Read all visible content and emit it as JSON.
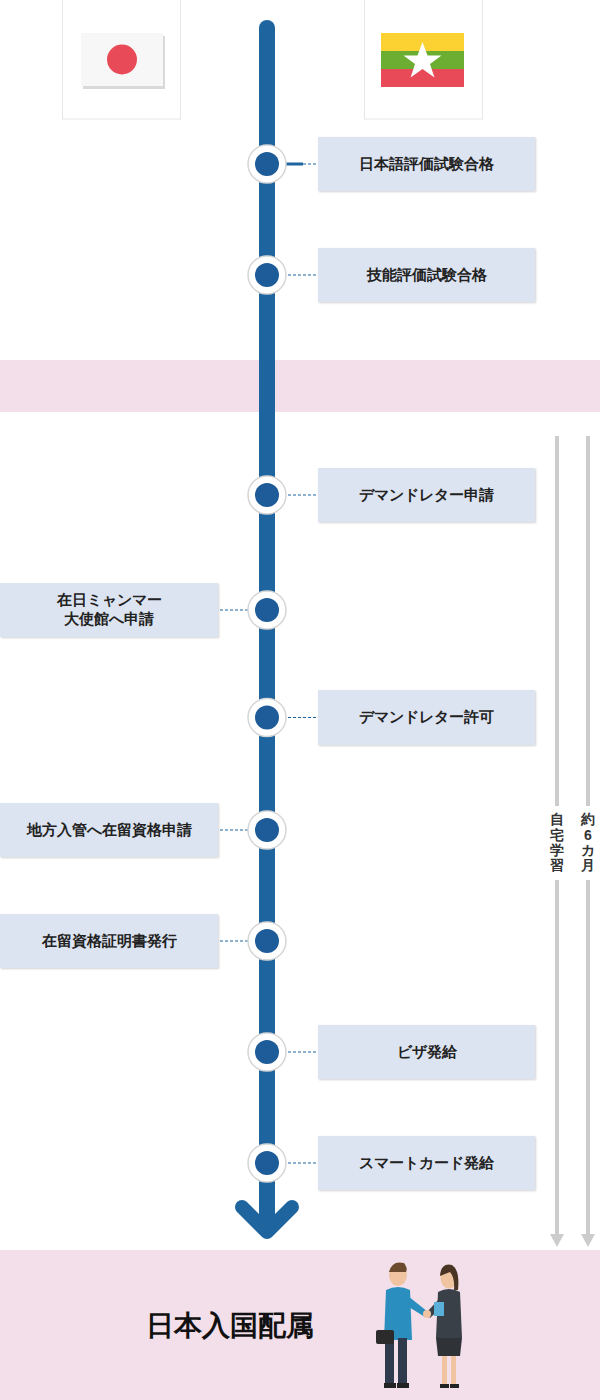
{
  "diagram": {
    "nodes": [
      {
        "text": [
          "日本語評価試験合格"
        ]
      },
      {
        "text": [
          "技能評価試験合格"
        ]
      },
      {
        "text": [
          "デマンドレター申請"
        ]
      },
      {
        "text": [
          "在日ミャンマー 大使館へ申請"
        ]
      },
      {
        "text": [
          "デマンドレター許可"
        ]
      },
      {
        "text": [
          "地方入管へ在留資格申請"
        ]
      },
      {
        "text": [
          "在留資格証明書発行"
        ]
      },
      {
        "text": [
          "ビザ発給"
        ]
      },
      {
        "text": [
          "スマートカード発給"
        ]
      },
      {
        "text": [
          "日本入国配属"
        ]
      }
    ],
    "labels": [
      "自宅学習",
      "約6カ月"
    ]
  }
}
